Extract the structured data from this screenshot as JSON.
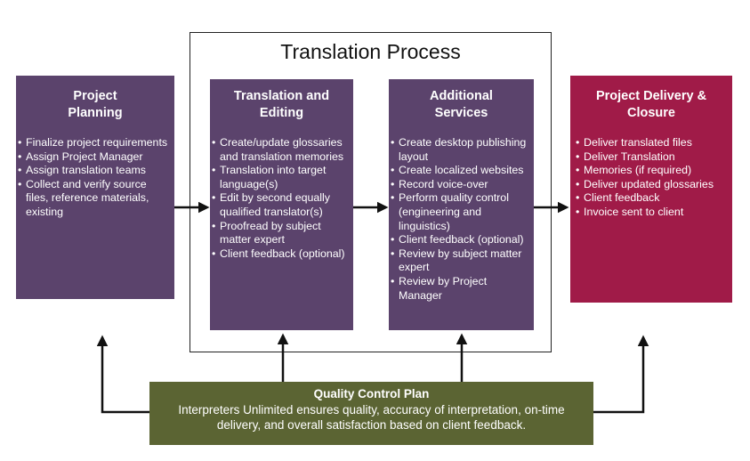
{
  "process": {
    "title": "Translation Process"
  },
  "planning": {
    "title": "Project Planning",
    "items": [
      "Finalize project requirements",
      "Assign Project Manager",
      "Assign translation teams",
      "Collect and verify source files, reference materials, existing"
    ]
  },
  "translation": {
    "title": "Translation and Editing",
    "items": [
      "Create/update glossaries and translation memories",
      "Translation into target language(s)",
      "Edit by second equally qualified translator(s)",
      "Proofread by subject matter expert",
      "Client feedback (optional)"
    ]
  },
  "services": {
    "title": "Additional Services",
    "items": [
      "Create desktop publishing layout",
      "Create localized websites",
      "Record voice-over",
      "Perform quality control (engineering and linguistics)",
      "Client feedback (optional)",
      "Review by subject matter expert",
      "Review by Project Manager"
    ]
  },
  "delivery": {
    "title": "Project Delivery & Closure",
    "items": [
      "Deliver translated files",
      "Deliver Translation",
      "Memories (if required)",
      "Deliver updated glossaries",
      "Client feedback",
      "Invoice sent to client"
    ]
  },
  "quality": {
    "title": "Quality Control Plan",
    "text": "Interpreters Unlimited ensures quality, accuracy of interpretation, on-time delivery, and overall satisfaction based on client feedback."
  },
  "colors": {
    "purple": "#5b436c",
    "crimson": "#a01b48",
    "green": "#5b6433"
  }
}
